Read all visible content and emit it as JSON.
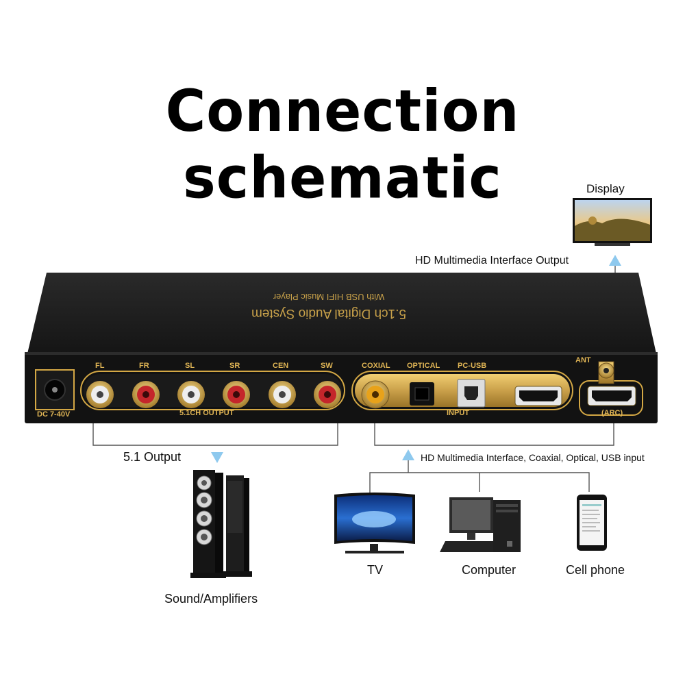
{
  "title": "Connection schematic",
  "device": {
    "name_line1": "5.1ch Digital Audio System",
    "name_line2": "With USB HIFI Music Player",
    "dc_label": "DC 7-40V",
    "output_channels": [
      "FL",
      "FR",
      "SL",
      "SR",
      "CEN",
      "SW"
    ],
    "output_group_label": "5.1CH OUTPUT",
    "input_labels": [
      "COXIAL",
      "OPTICAL",
      "PC-USB"
    ],
    "input_group_label": "INPUT",
    "ant_label": "ANT",
    "arc_label": "(ARC)"
  },
  "connections": {
    "hdmi_output": "HD Multimedia Interface Output",
    "output_51": "5.1 Output",
    "inputs": "HD Multimedia Interface, Coaxial, Optical, USB input"
  },
  "devices": {
    "display": "Display",
    "sound": "Sound/Amplifiers",
    "tv": "TV",
    "computer": "Computer",
    "phone": "Cell phone"
  },
  "colors": {
    "arrow": "#8ec9ee",
    "panel": "#1c1c1c",
    "gold": "#d4a845"
  }
}
